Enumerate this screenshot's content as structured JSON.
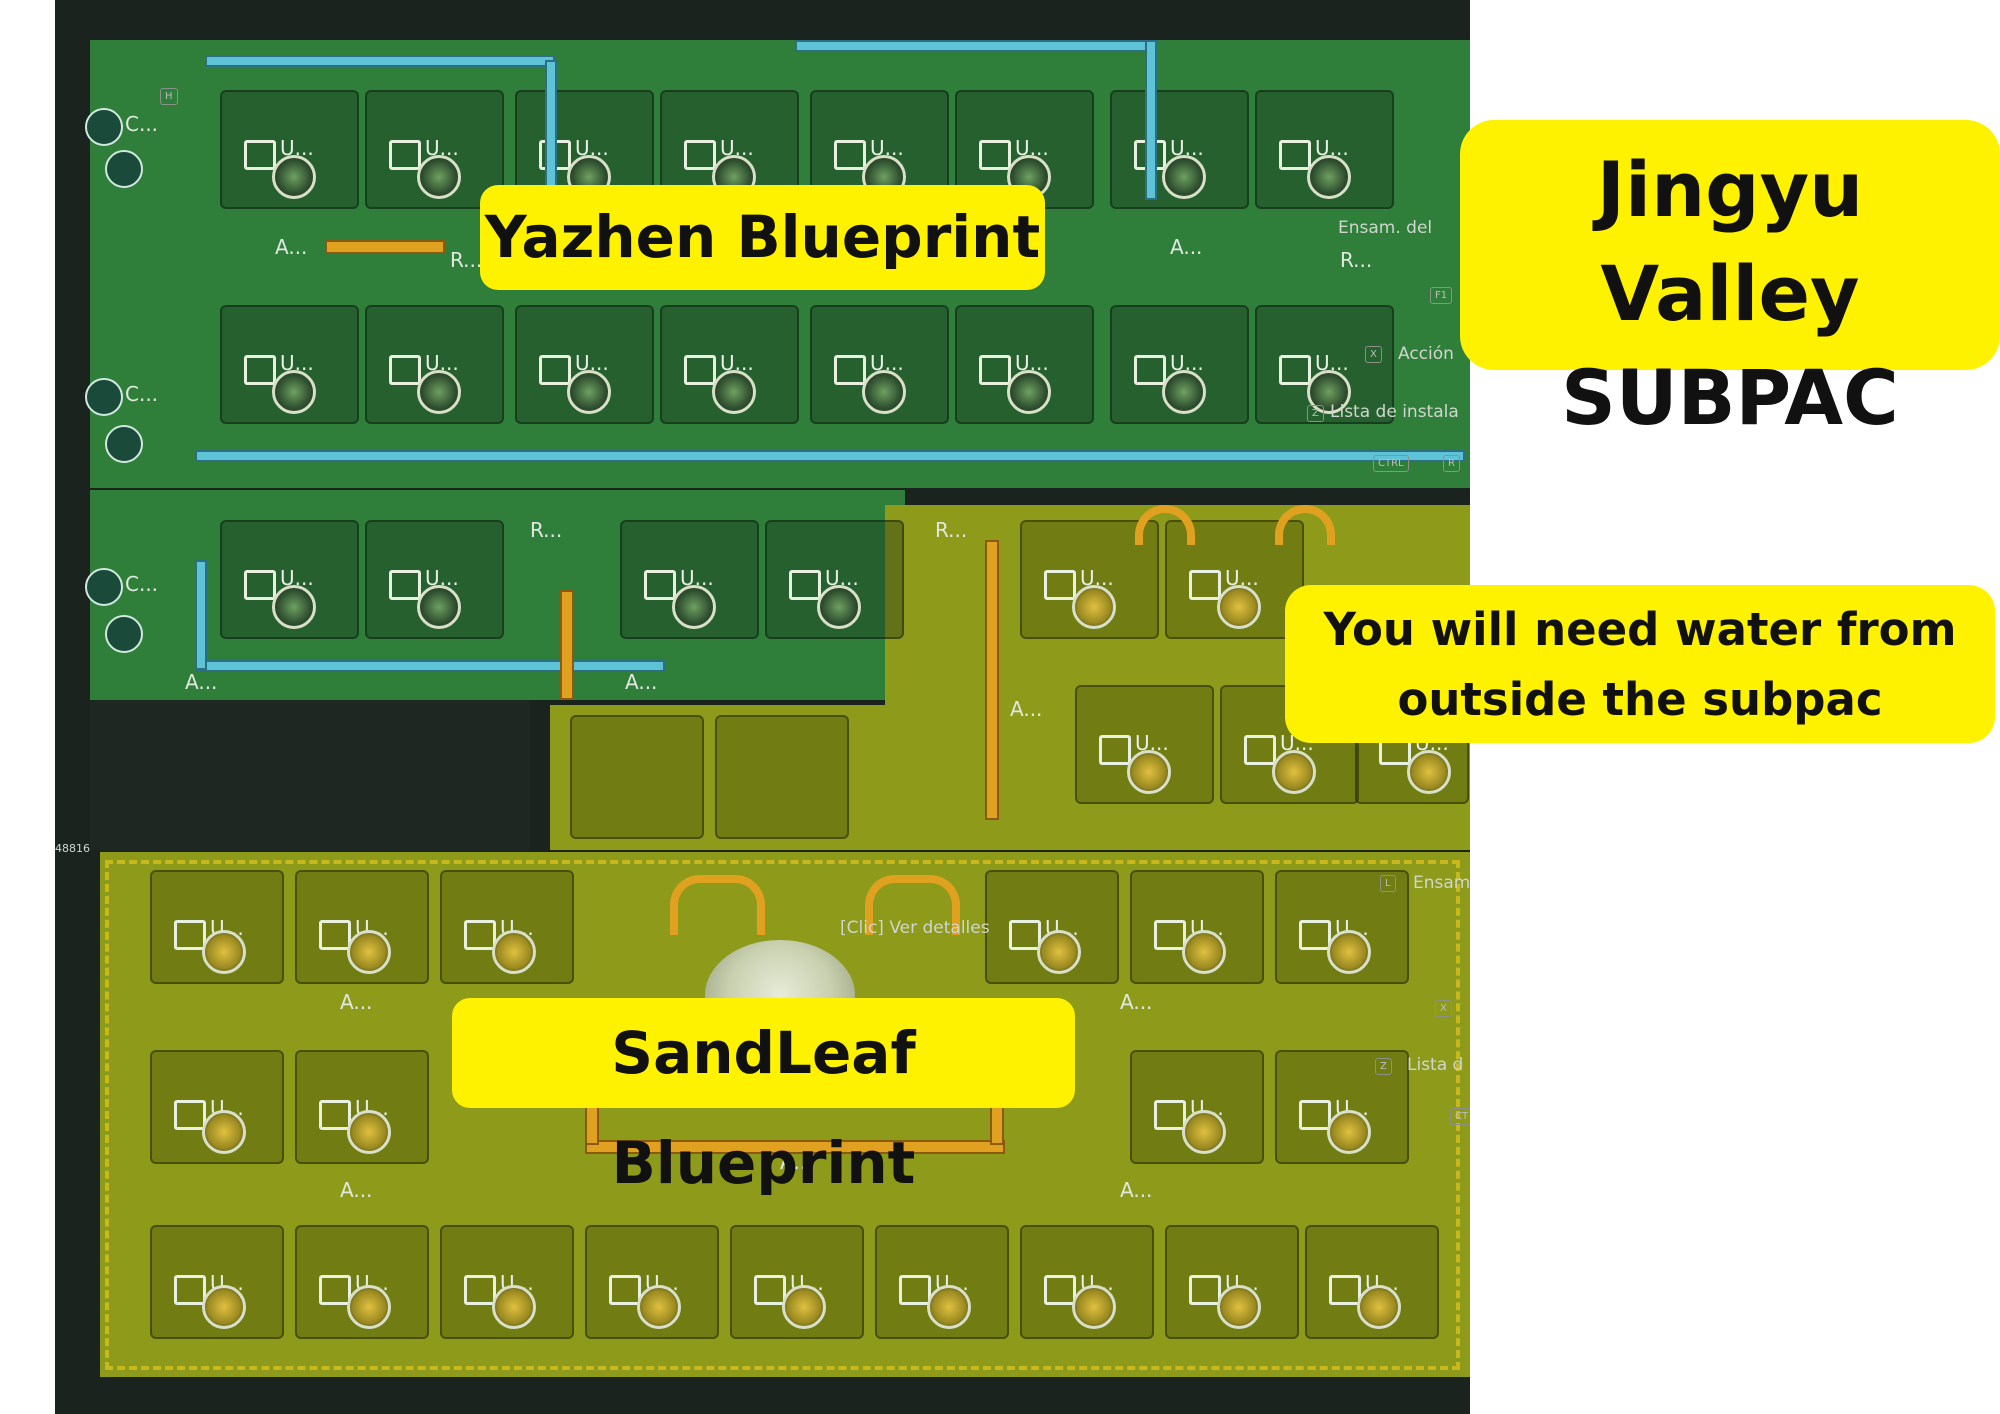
{
  "callouts": {
    "title_line1": "Jingyu Valley",
    "title_line2": "SUBPAC",
    "yazhen": "Yazhen Blueprint",
    "sandleaf": "SandLeaf Blueprint",
    "water_line1": "You will need water from",
    "water_line2": "outside the subpac"
  },
  "game": {
    "slot_label": "U...",
    "left_icon_label": "C...",
    "a_label": "A...",
    "r_label": "R...",
    "hover_hint": "[Clic] Ver detalles",
    "side_hud": [
      {
        "key": "H",
        "text": ""
      },
      {
        "key": "",
        "text": "Ensam. del"
      },
      {
        "key": "F1",
        "text": ""
      },
      {
        "key": "X",
        "text": "Acción"
      },
      {
        "key": "Z",
        "text": "Lista de instala"
      },
      {
        "key": "CTRL",
        "text": ""
      },
      {
        "key": "R",
        "text": ""
      },
      {
        "key": "L",
        "text": "Ensam"
      },
      {
        "key": "X",
        "text": ""
      },
      {
        "key": "Z",
        "text": "Lista d"
      },
      {
        "key": "CT",
        "text": ""
      }
    ],
    "edge_number": "48816"
  },
  "colors": {
    "yazhen_zone": "#2f7f3a",
    "sandleaf_zone": "#8e9a1a",
    "callout_yellow": "#fff200",
    "water_pipe": "#5fc3d8",
    "belt": "#e0a020"
  }
}
